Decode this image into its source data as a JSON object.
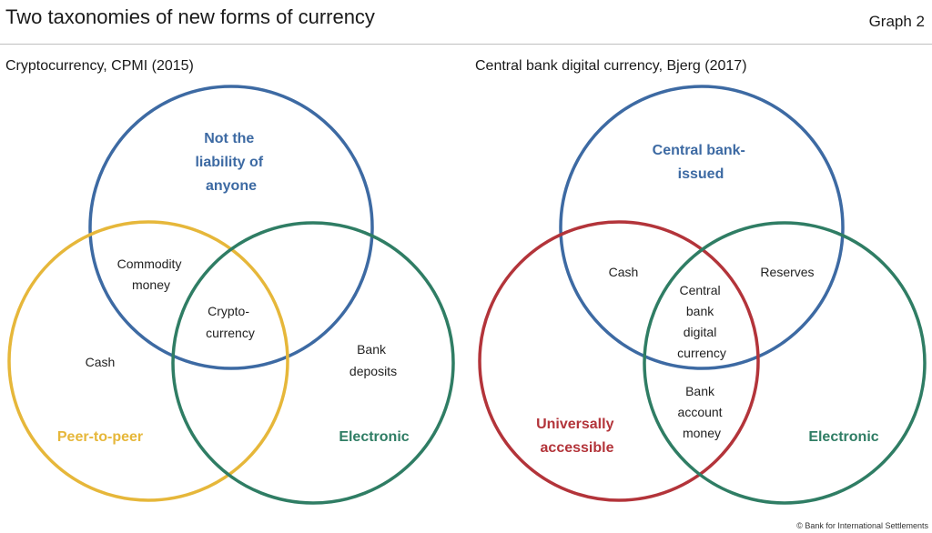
{
  "title": "Two taxonomies of new forms of currency",
  "graph_label": "Graph 2",
  "footer": "© Bank for International Settlements",
  "colors": {
    "blue": "#3d6aa3",
    "yellow": "#e6b73a",
    "green": "#2f7d64",
    "red": "#b3343a"
  },
  "left": {
    "title": "Cryptocurrency, CPMI (2015)",
    "sets": {
      "top": [
        "Not the",
        "liability of",
        "anyone"
      ],
      "left": [
        "Peer-to-peer"
      ],
      "right": [
        "Electronic"
      ]
    },
    "regions": {
      "top_left": [
        "Commodity",
        "money"
      ],
      "center": [
        "Crypto-",
        "currency"
      ],
      "left_only": [
        "Cash"
      ],
      "right_only": [
        "Bank",
        "deposits"
      ]
    }
  },
  "right": {
    "title": "Central bank digital currency, Bjerg (2017)",
    "sets": {
      "top": [
        "Central bank-",
        "issued"
      ],
      "left": [
        "Universally",
        "accessible"
      ],
      "right": [
        "Electronic"
      ]
    },
    "regions": {
      "top_left": [
        "Cash"
      ],
      "top_right": [
        "Reserves"
      ],
      "center": [
        "Central",
        "bank",
        "digital",
        "currency"
      ],
      "left_right": [
        "Bank",
        "account",
        "money"
      ]
    }
  }
}
